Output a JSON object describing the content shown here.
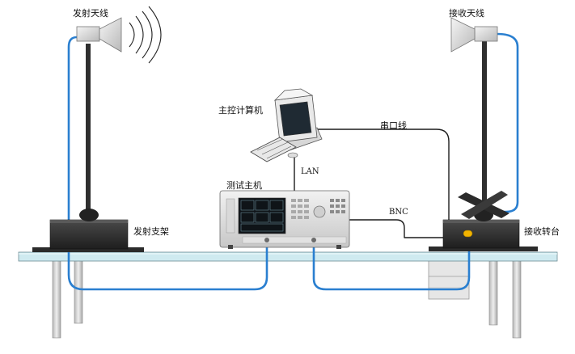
{
  "labels": {
    "tx_antenna": "发射天线",
    "rx_antenna": "接收天线",
    "host_computer": "主控计算机",
    "serial_line": "串口线",
    "lan": "LAN",
    "test_host": "测试主机",
    "bnc": "BNC",
    "tx_stand": "发射支架",
    "rx_turntable": "接收转台"
  },
  "colors": {
    "cable_blue": "#2a7fd0",
    "table_top": "#cfeaf0",
    "stand_dark": "#2b2b2b",
    "indicator": "#f2b300"
  }
}
